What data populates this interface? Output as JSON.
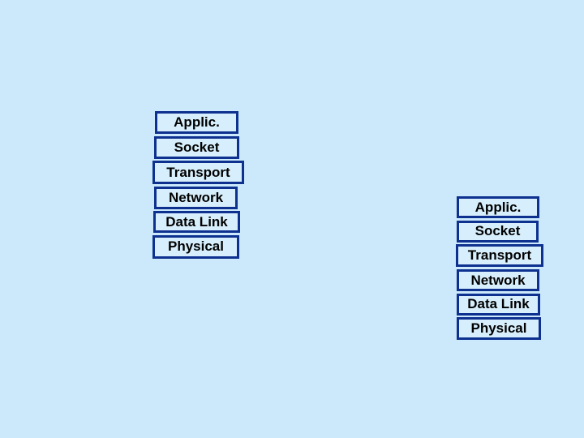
{
  "slide": {
    "background_color": "#cbe9fa"
  },
  "colors": {
    "box_border": "#0e3190",
    "box_fill": "#d7effc",
    "text": "#000000"
  },
  "left_stack": {
    "layers": [
      "Applic.",
      "Socket",
      "Transport",
      "Network",
      "Data Link",
      "Physical"
    ]
  },
  "right_stack": {
    "layers": [
      "Applic.",
      "Socket",
      "Transport",
      "Network",
      "Data Link",
      "Physical"
    ]
  }
}
